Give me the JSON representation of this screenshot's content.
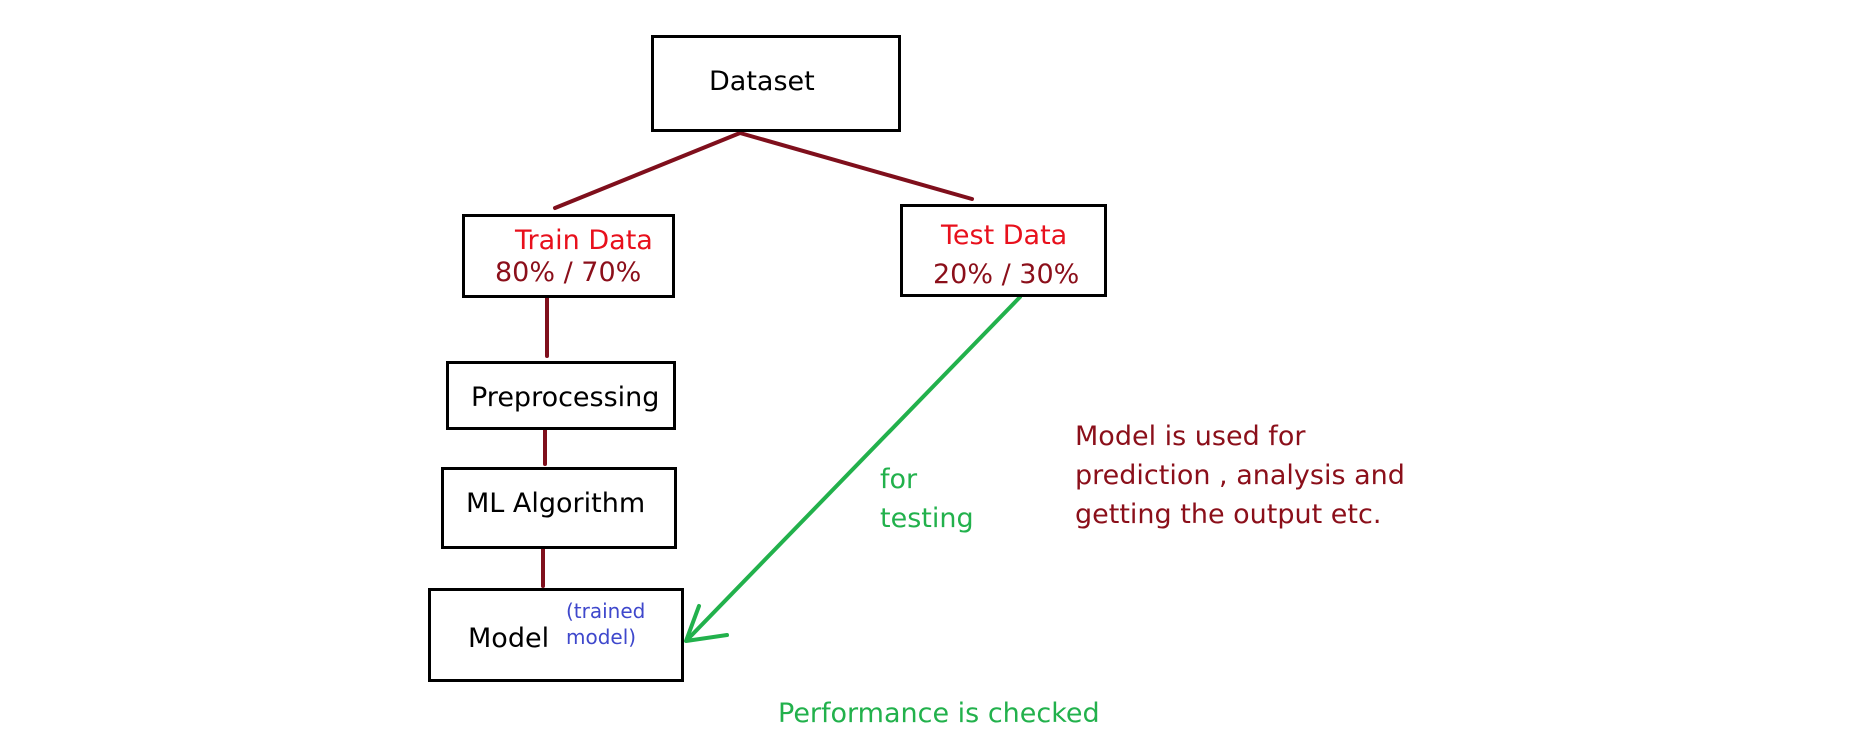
{
  "colors": {
    "box_border": "#000000",
    "connector": "#7f0f1c",
    "title_red": "#e8101c",
    "percent_dark_red": "#8b0f1a",
    "green": "#22b14c",
    "blue": "#3f48cc",
    "black": "#000000"
  },
  "nodes": {
    "dataset": {
      "label": "Dataset"
    },
    "train": {
      "label": "Train Data",
      "ratio": "80% / 70%"
    },
    "test": {
      "label": "Test Data",
      "ratio": "20% / 30%"
    },
    "preprocessing": {
      "label": "Preprocessing"
    },
    "ml_algorithm": {
      "label": "ML Algorithm"
    },
    "model": {
      "label": "Model",
      "note_line1": "(trained",
      "note_line2": "model)"
    }
  },
  "annotations": {
    "for_testing_line1": "for",
    "for_testing_line2": "testing",
    "model_usage_line1": "Model is used for",
    "model_usage_line2": "prediction , analysis and",
    "model_usage_line3": "getting the output etc.",
    "performance": "Performance is checked"
  }
}
